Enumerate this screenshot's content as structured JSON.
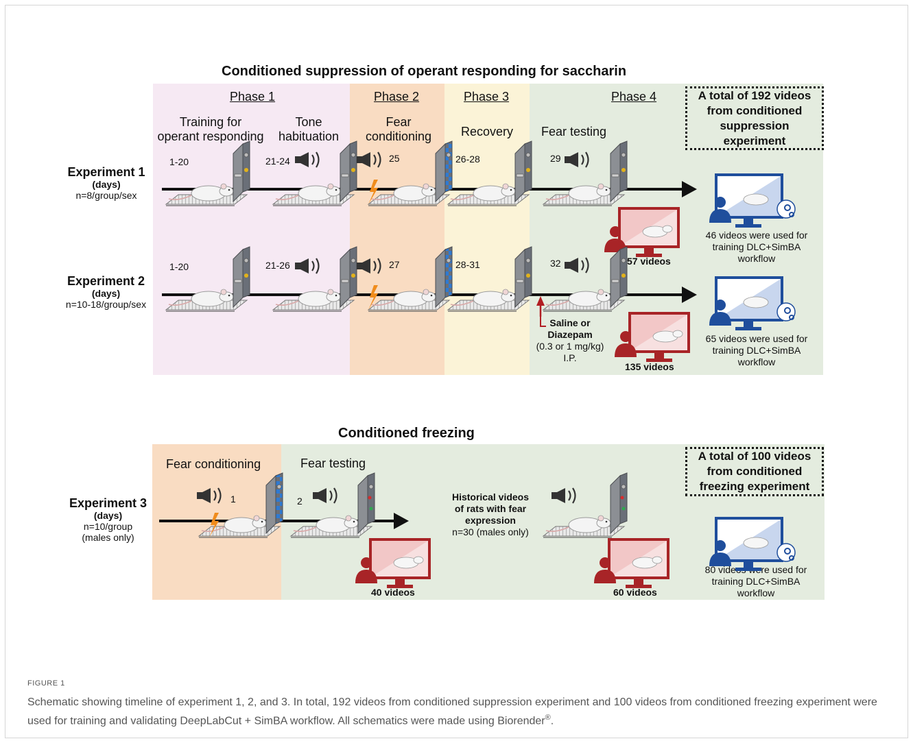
{
  "top": {
    "title": "Conditioned suppression of operant responding for saccharin",
    "phases": [
      "Phase 1",
      "Phase 2",
      "Phase 3",
      "Phase 4"
    ],
    "activities": {
      "training_line1": "Training for",
      "training_line2": "operant responding",
      "tone_line1": "Tone",
      "tone_line2": "habituation",
      "fearcond_line1": "Fear",
      "fearcond_line2": "conditioning",
      "recovery": "Recovery",
      "feartesting": "Fear testing"
    },
    "total_box": [
      "A total of 192 videos",
      "from conditioned",
      "suppression",
      "experiment"
    ]
  },
  "exp1": {
    "name": "Experiment 1",
    "unit": "(days)",
    "n": "n=8/group/sex",
    "days": [
      "1-20",
      "21-24",
      "25",
      "26-28",
      "29"
    ],
    "videos": "57 videos",
    "note": [
      "46 videos were used for",
      "training DLC+SimBA",
      "workflow"
    ]
  },
  "exp2": {
    "name": "Experiment 2",
    "unit": "(days)",
    "n": "n=10-18/group/sex",
    "days": [
      "1-20",
      "21-26",
      "27",
      "28-31",
      "32"
    ],
    "drug": [
      "Saline or",
      "Diazepam",
      "(0.3 or 1 mg/kg)",
      "I.P."
    ],
    "videos": "135 videos",
    "note": [
      "65 videos were used for",
      "training DLC+SimBA",
      "workflow"
    ]
  },
  "bottom": {
    "title": "Conditioned freezing",
    "fearcond": "Fear conditioning",
    "feartesting": "Fear testing",
    "total_box": [
      "A total of 100 videos",
      "from conditioned",
      "freezing experiment"
    ]
  },
  "exp3": {
    "name": "Experiment 3",
    "unit": "(days)",
    "n": "n=10/group",
    "n2": "(males only)",
    "days": [
      "1",
      "2"
    ],
    "videos_a": "40 videos",
    "historical": [
      "Historical videos",
      "of rats with fear",
      "expression"
    ],
    "historical_n": "n=30 (males only)",
    "videos_b": "60 videos",
    "note": [
      "80 videos were used for",
      "training DLC+SimBA",
      "workflow"
    ]
  },
  "caption": {
    "label": "FIGURE 1",
    "text": "Schematic showing timeline of experiment 1, 2, and 3. In total, 192 videos from conditioned suppression experiment and 100 videos from conditioned freezing experiment were used for training and validating DeepLabCut + SimBA workflow. All schematics were made using Biorender",
    "mark": "®",
    "end": "."
  },
  "colors": {
    "phase1": "#f6e9f3",
    "phase2": "#f9dcc2",
    "phase3": "#fbf3d7",
    "phase4": "#e4ecdf",
    "monitor_red": "#a82427",
    "monitor_blue": "#1f4e9c",
    "bolt": "#f08c1c",
    "pattern_blue": "#2f7ad2"
  }
}
